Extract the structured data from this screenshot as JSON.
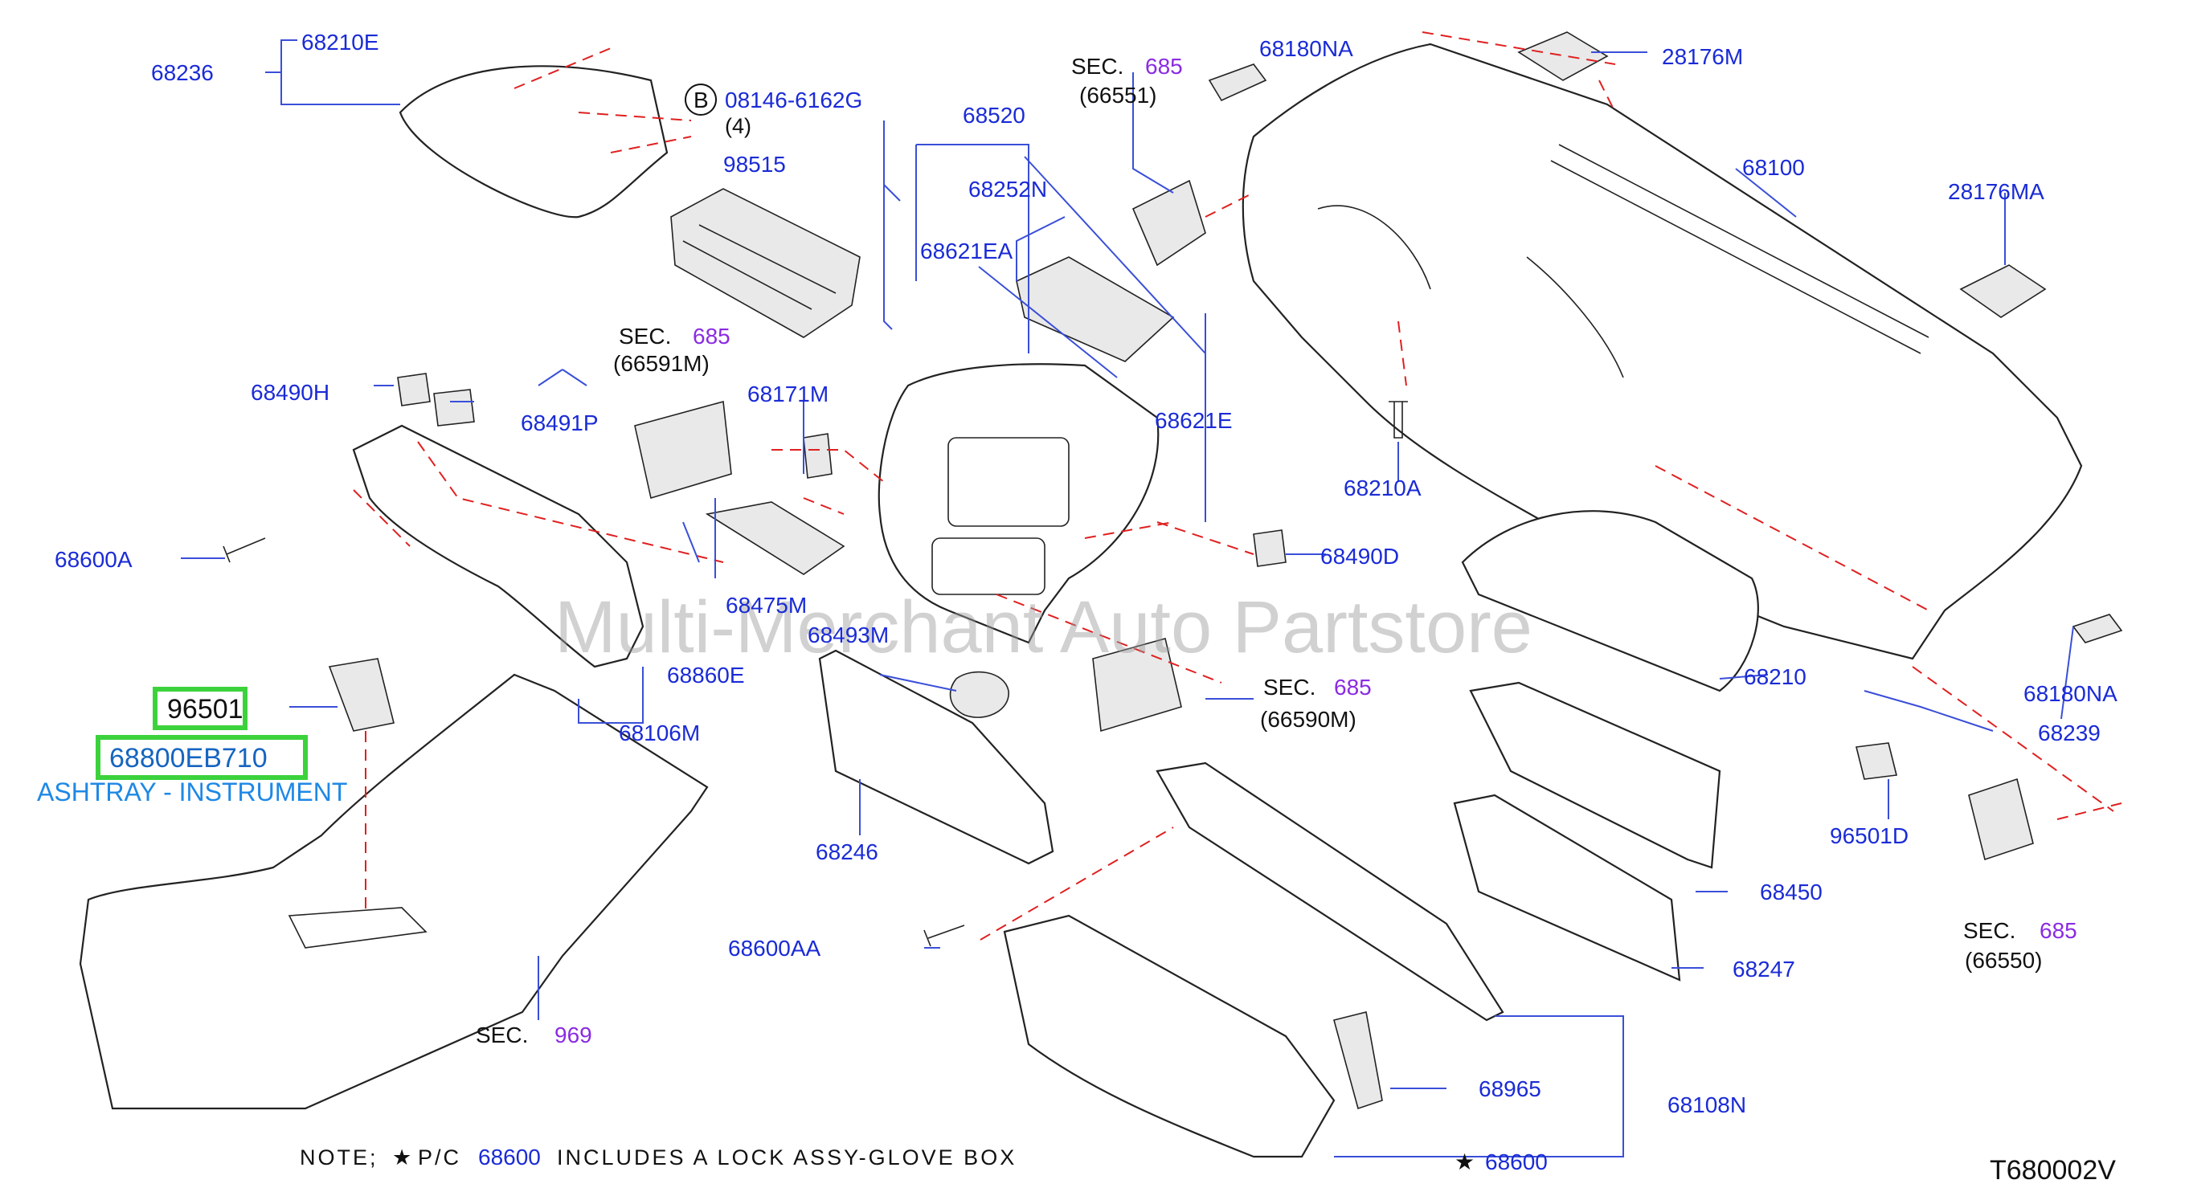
{
  "labels": {
    "p68236": "68236",
    "p68210E": "68210E",
    "p08146": "08146-6162G",
    "b_circle": "B",
    "qty4": "(4)",
    "p98515": "98515",
    "p68520": "68520",
    "p68252N": "68252N",
    "p68621EA": "68621EA",
    "p68621E": "68621E",
    "p68180NA_top": "68180NA",
    "p28176M": "28176M",
    "p28176MA": "28176MA",
    "p68100": "68100",
    "p68490H": "68490H",
    "p68491P": "68491P",
    "p68171M": "68171M",
    "p68210A": "68210A",
    "p68600A": "68600A",
    "p68475M": "68475M",
    "p68490D": "68490D",
    "p68860E": "68860E",
    "p68493M": "68493M",
    "p68106M": "68106M",
    "p68180NA_right": "68180NA",
    "p68210": "68210",
    "p68239": "68239",
    "p96501": "96501",
    "p68800EB710": "68800EB710",
    "ashtray": "ASHTRAY - INSTRUMENT",
    "p68246": "68246",
    "p96501D": "96501D",
    "p68450": "68450",
    "p68600AA": "68600AA",
    "p68247": "68247",
    "p68965": "68965",
    "p68108N": "68108N",
    "p68600": "68600",
    "star": "★",
    "code": "T680002V"
  },
  "sections": {
    "sec_word": "SEC.",
    "s685_a": "685",
    "s66551": "(66551)",
    "s685_b": "685",
    "s66591M": "(66591M)",
    "s685_c": "685",
    "s66590M": "(66590M)",
    "s685_d": "685",
    "s66550": "(66550)",
    "s969": "969"
  },
  "note": {
    "prefix": "NOTE;",
    "star": "★",
    "pc": "P/C",
    "part": "68600",
    "rest": "INCLUDES A LOCK ASSY-GLOVE BOX"
  },
  "watermark": "Multi-Merchant Auto Partstore",
  "colors": {
    "part_number": "#1a2bd6",
    "section_number": "#8a2be2",
    "highlight_box": "#3cd23c",
    "dashed_leader": "#e02020"
  }
}
